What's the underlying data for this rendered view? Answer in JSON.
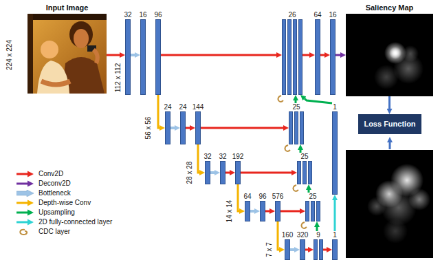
{
  "diagram": {
    "nodes": [
      {
        "text": [
          "Input Image"
        ]
      },
      {
        "text": [
          "32"
        ]
      },
      {
        "text": [
          "16"
        ]
      },
      {
        "text": [
          "96"
        ]
      },
      {
        "text": [
          "26"
        ]
      },
      {
        "text": [
          "64"
        ]
      },
      {
        "text": [
          "16"
        ]
      },
      {
        "text": [
          "Saliency Map"
        ]
      },
      {
        "text": [
          "24"
        ]
      },
      {
        "text": [
          "24"
        ]
      },
      {
        "text": [
          "144"
        ]
      },
      {
        "text": [
          "25"
        ]
      },
      {
        "text": [
          "1"
        ]
      },
      {
        "text": [
          "Loss Function"
        ]
      },
      {
        "text": [
          "32"
        ]
      },
      {
        "text": [
          "32"
        ]
      },
      {
        "text": [
          "192"
        ]
      },
      {
        "text": [
          "25"
        ]
      },
      {
        "text": [
          "64"
        ]
      },
      {
        "text": [
          "96"
        ]
      },
      {
        "text": [
          "576"
        ]
      },
      {
        "text": [
          "25"
        ]
      },
      {
        "text": [
          "160"
        ]
      },
      {
        "text": [
          "320"
        ]
      },
      {
        "text": [
          "9"
        ]
      },
      {
        "text": [
          "1"
        ]
      }
    ],
    "edges": [
      {
        "from": 0,
        "to": 1,
        "arrow": "to"
      },
      {
        "from": 1,
        "to": 2,
        "arrow": "to"
      },
      {
        "from": 3,
        "to": 4,
        "arrow": "to"
      },
      {
        "from": 4,
        "to": 5,
        "arrow": "to"
      },
      {
        "from": 5,
        "to": 6,
        "arrow": "to"
      },
      {
        "from": 6,
        "to": 7,
        "arrow": "to"
      },
      {
        "from": 3,
        "to": 8,
        "arrow": "to"
      },
      {
        "from": 8,
        "to": 9,
        "arrow": "to"
      },
      {
        "from": 9,
        "to": 10,
        "arrow": "to"
      },
      {
        "from": 10,
        "to": 11,
        "arrow": "to"
      },
      {
        "from": 10,
        "to": 14,
        "arrow": "to"
      },
      {
        "from": 14,
        "to": 15,
        "arrow": "to"
      },
      {
        "from": 15,
        "to": 16,
        "arrow": "to"
      },
      {
        "from": 16,
        "to": 17,
        "arrow": "to"
      },
      {
        "from": 16,
        "to": 18,
        "arrow": "to"
      },
      {
        "from": 18,
        "to": 19,
        "arrow": "to"
      },
      {
        "from": 19,
        "to": 20,
        "arrow": "to"
      },
      {
        "from": 20,
        "to": 21,
        "arrow": "to"
      },
      {
        "from": 20,
        "to": 22,
        "arrow": "to"
      },
      {
        "from": 22,
        "to": 23,
        "arrow": "to"
      },
      {
        "from": 23,
        "to": 24,
        "arrow": "to"
      },
      {
        "from": 24,
        "to": 25,
        "arrow": "to"
      },
      {
        "from": 25,
        "to": 12,
        "arrow": "to"
      },
      {
        "from": 12,
        "to": 4,
        "arrow": "to"
      },
      {
        "from": 11,
        "to": 4,
        "arrow": "to"
      },
      {
        "from": 17,
        "to": 11,
        "arrow": "to"
      },
      {
        "from": 21,
        "to": 17,
        "arrow": "to"
      },
      {
        "from": 24,
        "to": 21,
        "arrow": "to"
      },
      {
        "from": 7,
        "to": 13,
        "arrow": "to"
      }
    ],
    "labels": [
      "224 x 224",
      "112 x 112",
      "56 x 56",
      "28 x 28",
      "14 x 14",
      "7 x 7"
    ],
    "legend": [
      {
        "text": "Conv2D",
        "color": "#e8261e"
      },
      {
        "text": "Deconv2D",
        "color": "#7030a0"
      },
      {
        "text": "Bottleneck",
        "color": "#9dc3e6"
      },
      {
        "text": "Depth-wise Conv",
        "color": "#f5b400"
      },
      {
        "text": "Upsampling",
        "color": "#00b050"
      },
      {
        "text": "2D fully-connected layer",
        "color": "#2fd3d3"
      },
      {
        "text": "CDC layer",
        "color": "#bf8f3f"
      }
    ]
  }
}
